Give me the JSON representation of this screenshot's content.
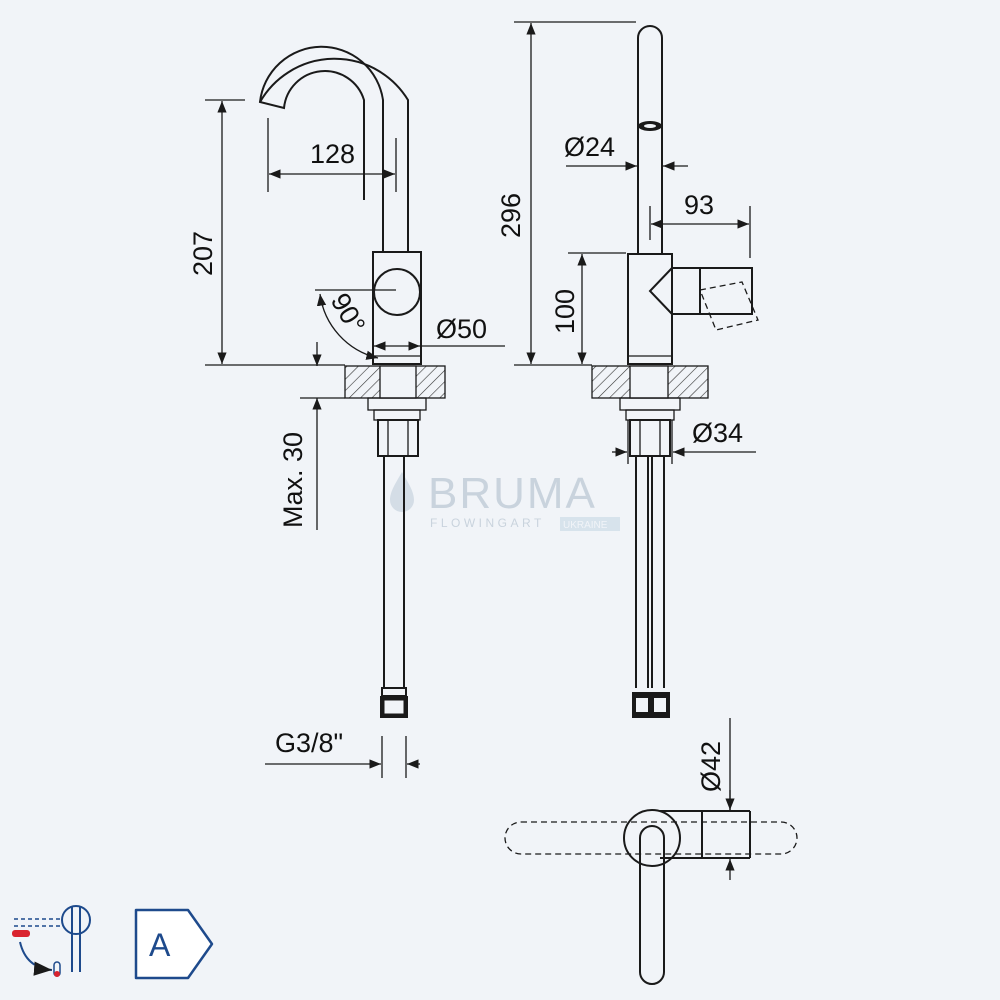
{
  "dimensions": {
    "spout_reach": "128",
    "spout_height": "207",
    "angle": "90°",
    "body_diameter": "Ø50",
    "max_deck": "Max. 30",
    "thread": "G3/8\"",
    "total_height": "296",
    "spout_diameter": "Ø24",
    "handle_length": "93",
    "body_height": "100",
    "shank_diameter": "Ø34",
    "handle_diameter": "Ø42"
  },
  "watermark": {
    "brand": "BRUMA",
    "tagline": "FLOWINGART",
    "region": "UKRAINE"
  },
  "badges": {
    "energy_class": "A"
  },
  "icons": {
    "cold_start": "cold-start-mixer-icon",
    "energy": "energy-class-badge-icon"
  }
}
